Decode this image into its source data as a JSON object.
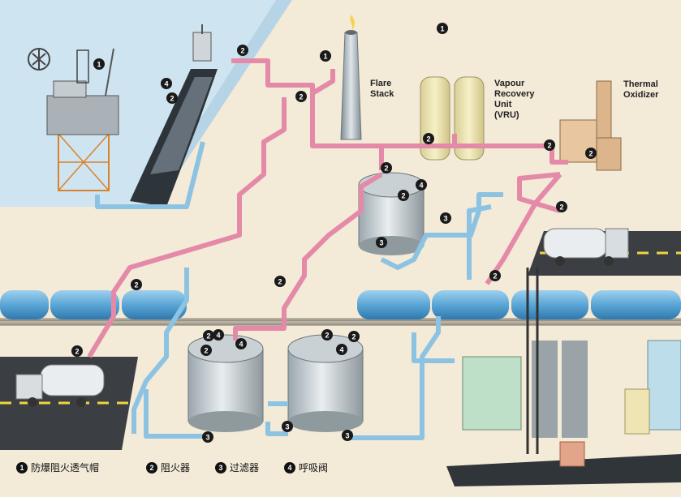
{
  "labels": {
    "flare_stack": "Flare\nStack",
    "vru": "Vapour\nRecovery\nUnit\n(VRU)",
    "thermal_oxidizer": "Thermal\nOxidizer"
  },
  "legend": [
    {
      "number": "1",
      "text": "防爆阻火透气帽"
    },
    {
      "number": "2",
      "text": "阻火器"
    },
    {
      "number": "3",
      "text": "过滤器"
    },
    {
      "number": "4",
      "text": "呼吸阀"
    }
  ],
  "markers": [
    {
      "number": "1"
    },
    {
      "number": "2"
    },
    {
      "number": "4"
    },
    {
      "number": "2"
    },
    {
      "number": "1"
    },
    {
      "number": "2"
    },
    {
      "number": "1"
    },
    {
      "number": "2"
    },
    {
      "number": "2"
    },
    {
      "number": "2"
    },
    {
      "number": "2"
    },
    {
      "number": "2"
    },
    {
      "number": "4"
    },
    {
      "number": "2"
    },
    {
      "number": "3"
    },
    {
      "number": "3"
    },
    {
      "number": "2"
    },
    {
      "number": "2"
    },
    {
      "number": "2"
    },
    {
      "number": "2"
    },
    {
      "number": "2"
    },
    {
      "number": "4"
    },
    {
      "number": "2"
    },
    {
      "number": "4"
    },
    {
      "number": "2"
    },
    {
      "number": "3"
    },
    {
      "number": "3"
    },
    {
      "number": "3"
    },
    {
      "number": "2"
    },
    {
      "number": "4"
    }
  ],
  "colors": {
    "vapour_line": "#e48aa8",
    "liquid_line": "#8cc3e3",
    "valve": "#d9312b",
    "breather": "#5aa848",
    "sea": "#cfe4f1",
    "ground": "#f3ead8"
  },
  "logo_icon": "company-logo-icon"
}
